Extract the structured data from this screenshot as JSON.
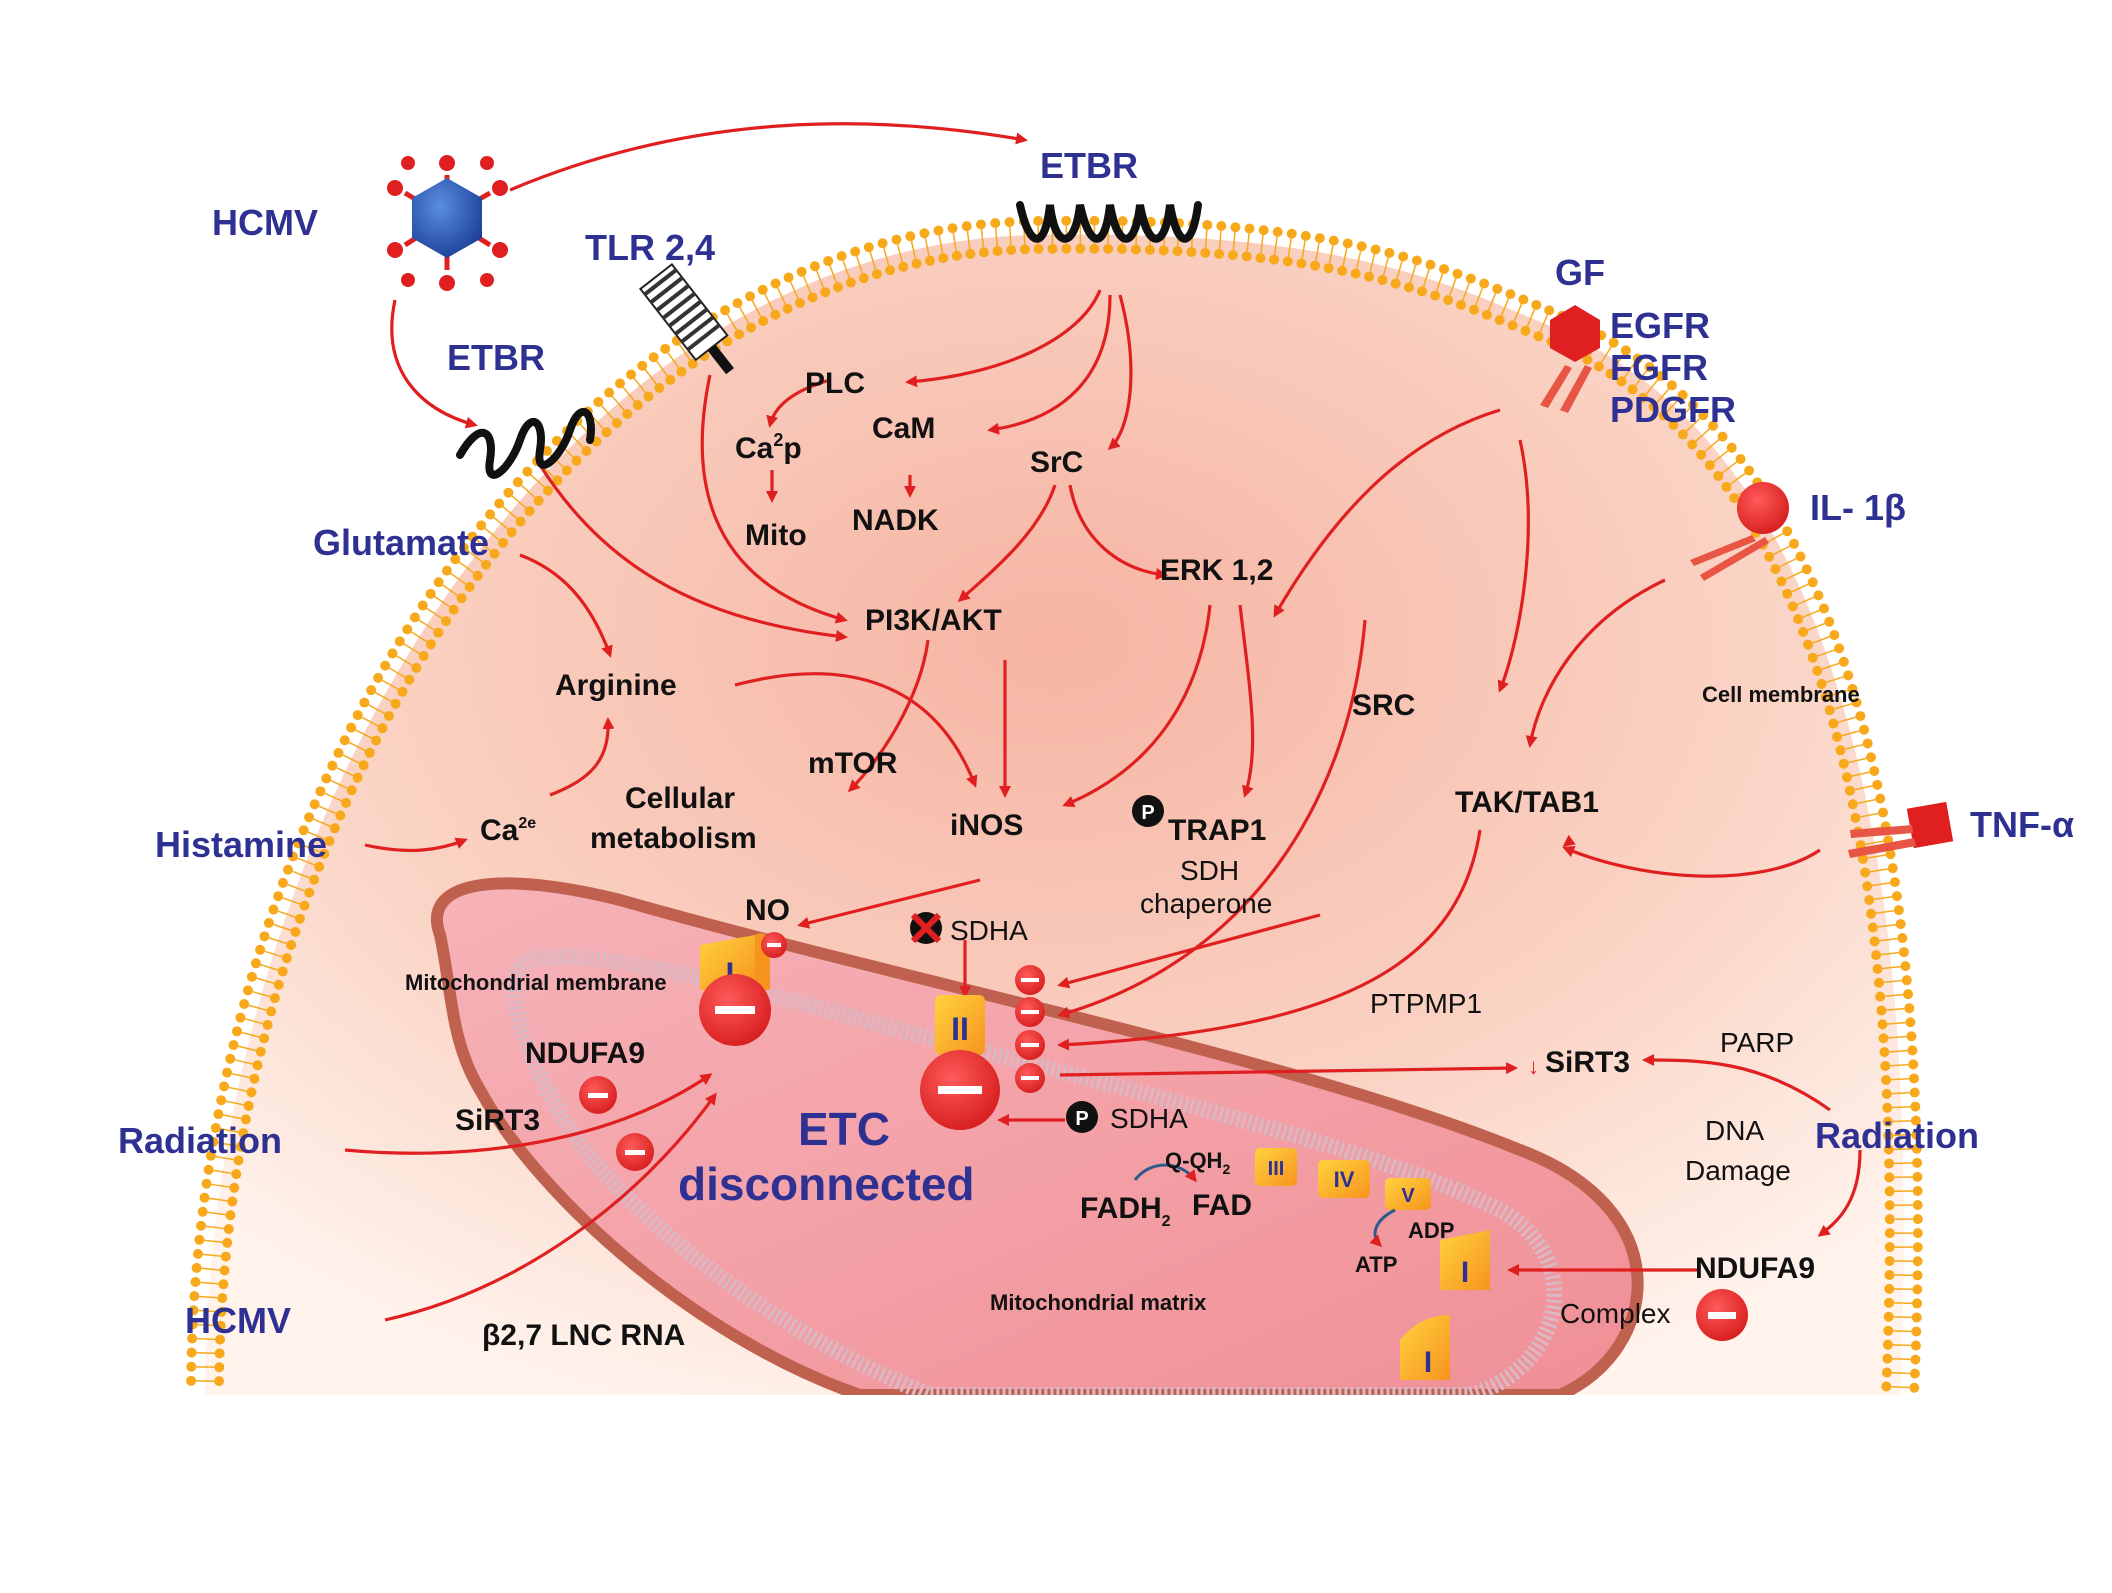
{
  "colors": {
    "label_blue": "#2e3192",
    "arrow_red": "#e02020",
    "cell_fill": "#f9c9b8",
    "mito_fill": "#f4a6a6",
    "mito_border": "#b85c5c",
    "lipid_head": "#f7a81b",
    "complex_gold": "#fbb03b"
  },
  "stimuli": {
    "hcmv_top": "HCMV",
    "hcmv_bottom": "HCMV",
    "etbr_outside": "ETBR",
    "etbr_left": "ETBR",
    "tlr": "TLR 2,4",
    "glutamate": "Glutamate",
    "histamine": "Histamine",
    "radiation_left": "Radiation",
    "radiation_right": "Radiation",
    "gf": "GF",
    "egfr": "EGFR",
    "fgfr": "FGFR",
    "pdgfr": "PDGFR",
    "il1b": "IL- 1β",
    "tnfa": "TNF-α"
  },
  "nodes": {
    "plc": "PLC",
    "ca2p": "Ca",
    "ca2p_sup": "2",
    "ca2p_tail": "p",
    "cam": "CaM",
    "mito": "Mito",
    "nadk": "NADK",
    "src_small": "SrC",
    "erk": "ERK 1,2",
    "pi3k": "PI3K/AKT",
    "arginine": "Arginine",
    "mtor": "mTOR",
    "cellular_1": "Cellular",
    "cellular_2": "metabolism",
    "ca2e": "Ca",
    "ca2e_sup": "2e",
    "inos": "iNOS",
    "trap1": "TRAP1",
    "sdh_1": "SDH",
    "sdh_2": "chaperone",
    "src": "SRC",
    "tak": "TAK/TAB1",
    "cell_membrane": "Cell membrane",
    "no": "NO",
    "sdha_top": "SDHA",
    "sdha_bottom": "SDHA",
    "ptpmp1": "PTPMP1",
    "sirt3_right": "SiRT3",
    "parp": "PARP",
    "dna_1": "DNA",
    "dna_2": "Damage",
    "ndufa9_right": "NDUFA9",
    "complex": "Complex",
    "mito_membrane": "Mitochondrial membrane",
    "mito_matrix": "Mitochondrial matrix",
    "ndufa9_left": "NDUFA9",
    "sirt3_left": "SiRT3",
    "lnc": "β2,7 LNC RNA",
    "etc_1": "ETC",
    "etc_2": "disconnected",
    "qqh": "Q-QH",
    "qqh_sub": "2",
    "fadh": "FADH",
    "fadh_sub": "2",
    "fad": "FAD",
    "adp": "ADP",
    "atp": "ATP",
    "phospho": "P"
  },
  "complexes": {
    "c1": "I",
    "c2": "II",
    "c3": "III",
    "c4": "IV",
    "c5": "V",
    "minus": "−"
  }
}
